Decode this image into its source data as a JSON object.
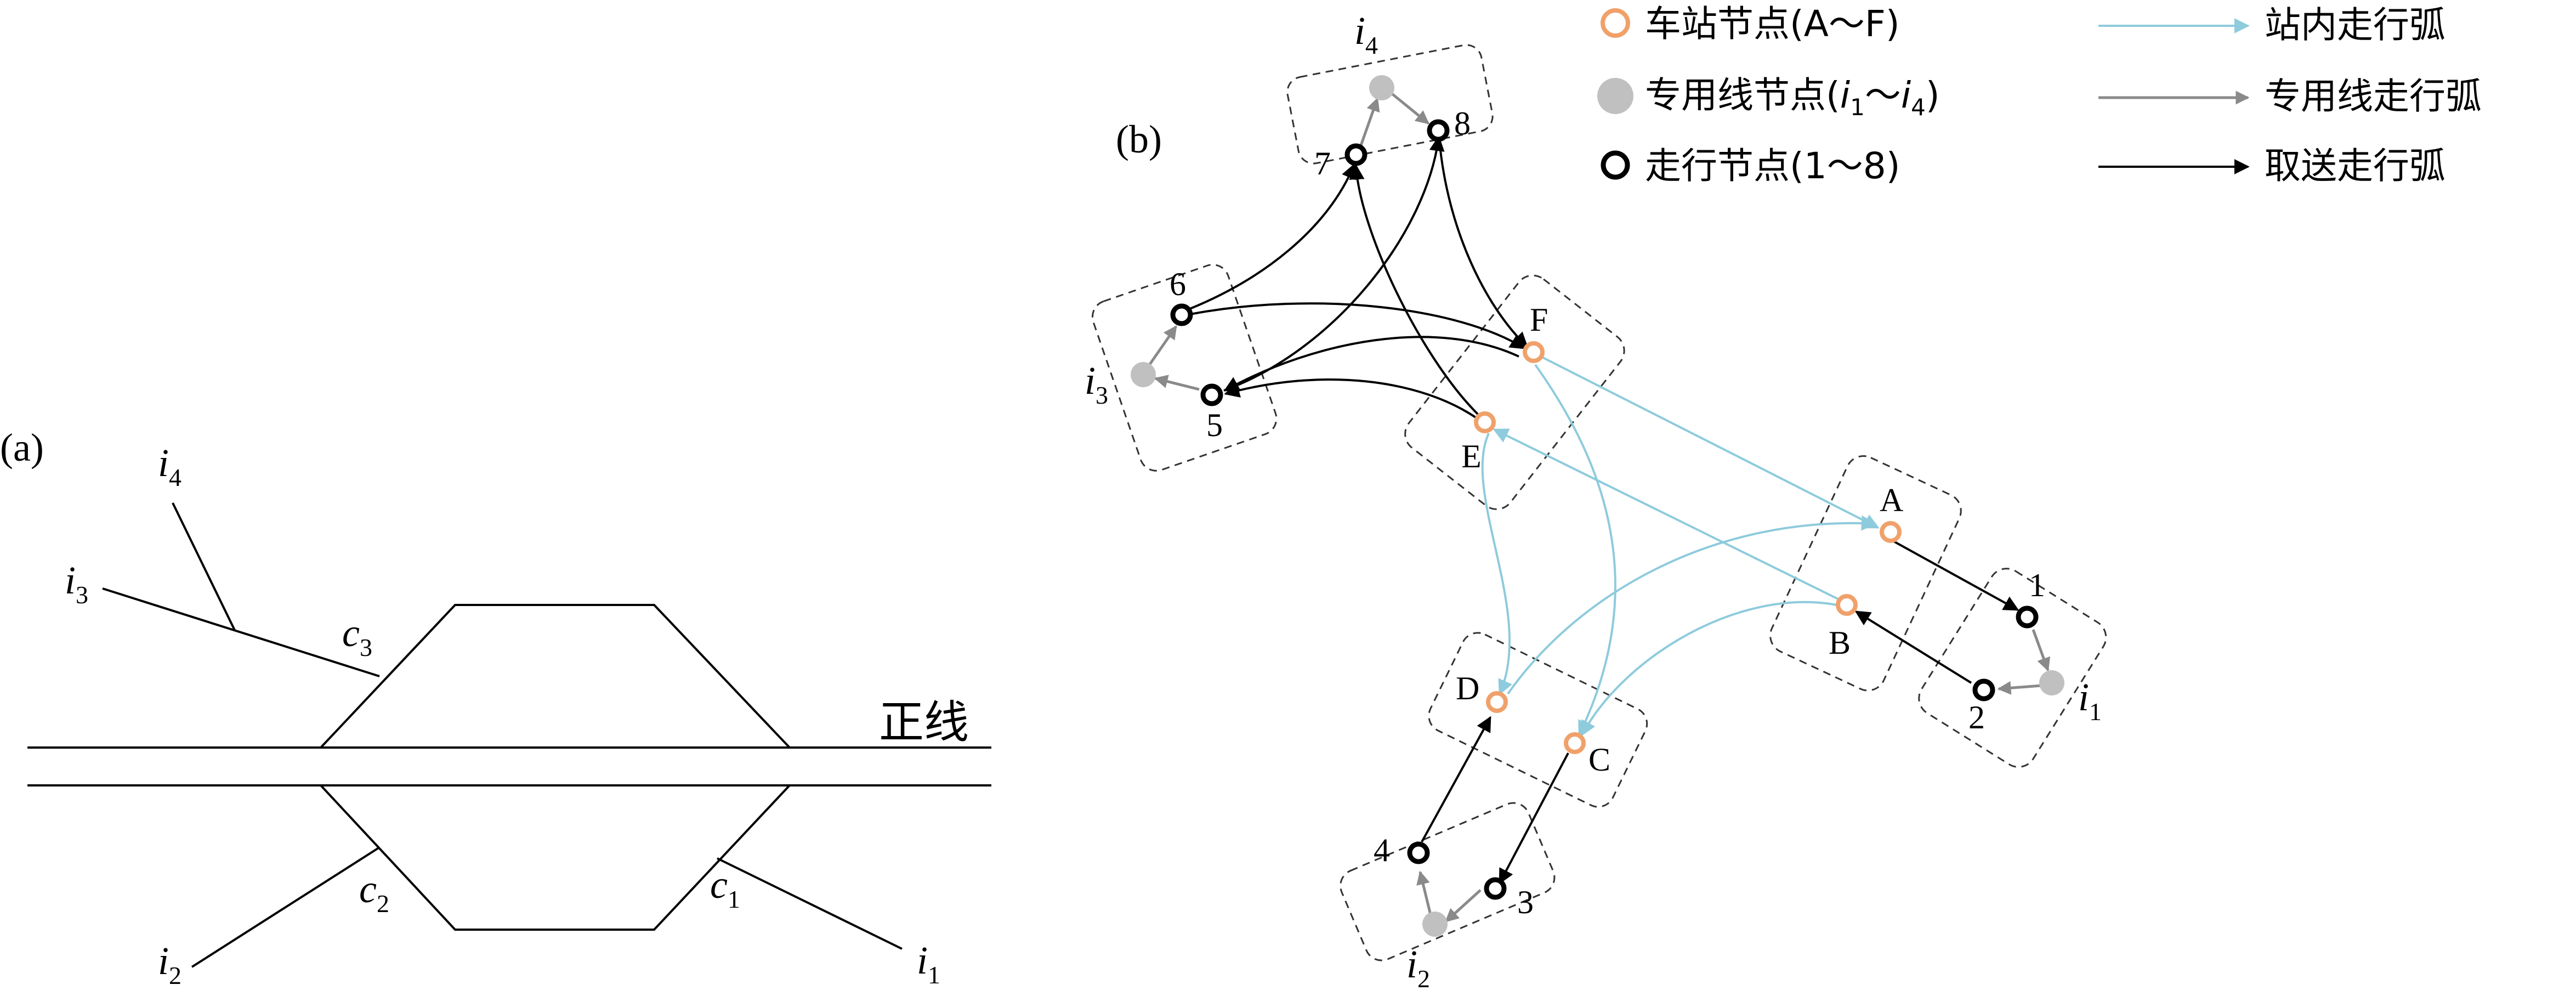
{
  "panel_a": {
    "label": "(a)",
    "main_line_label": "正线",
    "labels": {
      "i1": {
        "base": "i",
        "sub": "1"
      },
      "i2": {
        "base": "i",
        "sub": "2"
      },
      "i3": {
        "base": "i",
        "sub": "3"
      },
      "i4": {
        "base": "i",
        "sub": "4"
      },
      "c1": {
        "base": "c",
        "sub": "1"
      },
      "c2": {
        "base": "c",
        "sub": "2"
      },
      "c3": {
        "base": "c",
        "sub": "3"
      }
    }
  },
  "panel_b": {
    "label": "(b)",
    "station_nodes": [
      "A",
      "B",
      "C",
      "D",
      "E",
      "F"
    ],
    "running_nodes": [
      "1",
      "2",
      "3",
      "4",
      "5",
      "6",
      "7",
      "8"
    ],
    "siding_labels": {
      "i1": {
        "base": "i",
        "sub": "1"
      },
      "i2": {
        "base": "i",
        "sub": "2"
      },
      "i3": {
        "base": "i",
        "sub": "3"
      },
      "i4": {
        "base": "i",
        "sub": "4"
      }
    },
    "legend": {
      "station_node": {
        "prefix": "车站节点(A～F)"
      },
      "siding_node": {
        "prefix": "专用线节点(",
        "i1": "i",
        "s1": "1",
        "mid": "～",
        "i2": "i",
        "s2": "4",
        "suffix": ")"
      },
      "running_node": {
        "prefix": "走行节点(1～8)"
      },
      "station_arc": "站内走行弧",
      "siding_arc": "专用线走行弧",
      "pickup_arc": "取送走行弧"
    },
    "colors": {
      "station_node": "#f0a16a",
      "siding_node": "#c0c0c0",
      "running_node": "#000000",
      "station_arc": "#8ecbdc",
      "siding_arc": "#8a8a8a",
      "pickup_arc": "#000000"
    }
  }
}
